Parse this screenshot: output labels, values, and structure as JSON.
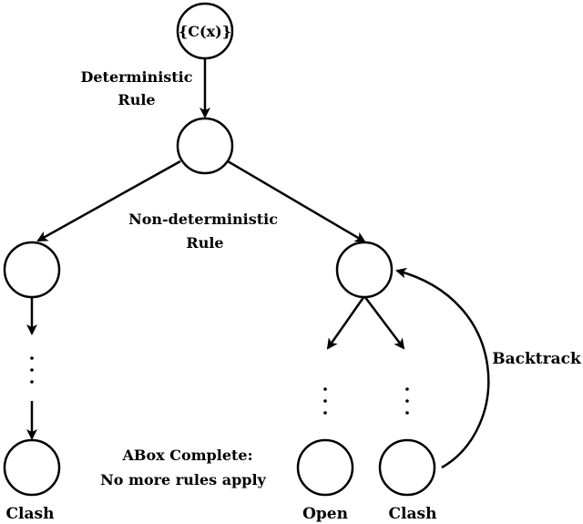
{
  "diagram": {
    "root_label": "{C(x)}",
    "deterministic_rule": {
      "line1": "Deterministic",
      "line2": "Rule"
    },
    "nondeterministic_rule": {
      "line1": "Non-deterministic",
      "line2": "Rule"
    },
    "abox_note": {
      "line1": "ABox Complete:",
      "line2": "No more rules apply"
    },
    "backtrack_label": "Backtrack",
    "leaf_labels": {
      "left": "Clash",
      "middle": "Open",
      "right": "Clash"
    }
  }
}
